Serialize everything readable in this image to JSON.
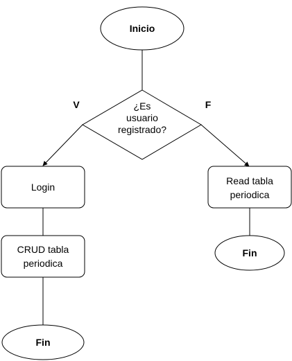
{
  "diagram": {
    "start": {
      "label": "Inicio"
    },
    "decision": {
      "lines": [
        "¿Es",
        "usuario",
        "registrado?"
      ]
    },
    "branch_true_label": "V",
    "branch_false_label": "F",
    "left_branch": {
      "step1_label": "Login",
      "step2_lines": [
        "CRUD tabla",
        "periodica"
      ],
      "end_label": "Fin"
    },
    "right_branch": {
      "step1_lines": [
        "Read tabla",
        "periodica"
      ],
      "end_label": "Fin"
    }
  },
  "colors": {
    "stroke": "#000000",
    "fill": "#ffffff",
    "text": "#000000"
  }
}
